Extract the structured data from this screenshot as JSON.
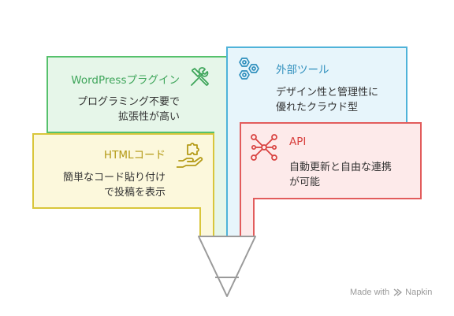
{
  "cards": {
    "wordpress": {
      "title": "WordPressプラグイン",
      "body_line1": "プログラミング不要で",
      "body_line2": "拡張性が高い",
      "fill": "#e6f6e9",
      "stroke": "#56c16c",
      "title_color": "#3ea55a",
      "icon": "wrench-screwdriver-icon"
    },
    "external": {
      "title": "外部ツール",
      "body_line1": "デザイン性と管理性に",
      "body_line2": "優れたクラウド型",
      "fill": "#e7f5fb",
      "stroke": "#4fb3d9",
      "title_color": "#2f8fbd",
      "icon": "gears-icon"
    },
    "html": {
      "title": "HTMLコード",
      "body_line1": "簡単なコード貼り付け",
      "body_line2": "で投稿を表示",
      "fill": "#fcf8dc",
      "stroke": "#d9c63b",
      "title_color": "#b49a16",
      "icon": "hand-puzzle-icon"
    },
    "api": {
      "title": "API",
      "body_line1": "自動更新と自由な連携",
      "body_line2": "が可能",
      "fill": "#fdeaea",
      "stroke": "#e25c5c",
      "title_color": "#d8403e",
      "icon": "network-nodes-icon"
    }
  },
  "funnel": {
    "fill": "#ffffff",
    "stroke": "#9a9a9a",
    "icon": "funnel-icon"
  },
  "credit": {
    "made_with": "Made with",
    "brand": "Napkin",
    "icon": "napkin-logo-icon"
  }
}
